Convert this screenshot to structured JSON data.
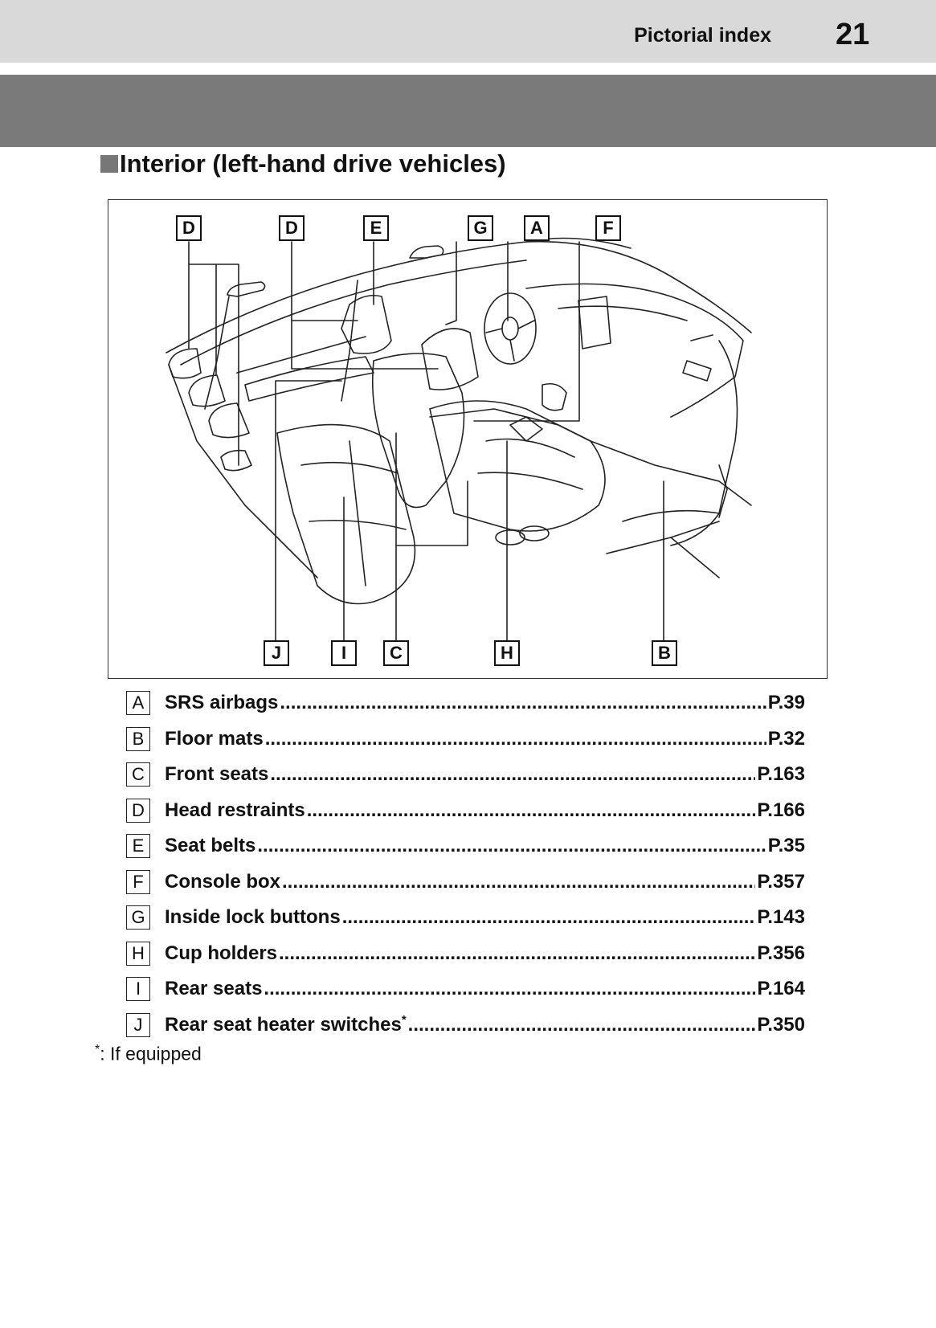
{
  "header": {
    "section_name": "Pictorial index",
    "page_number": "21"
  },
  "heading": "Interior (left-hand drive vehicles)",
  "figure": {
    "callouts": [
      "D",
      "D",
      "E",
      "G",
      "A",
      "F",
      "J",
      "I",
      "C",
      "H",
      "B"
    ]
  },
  "legend": [
    {
      "key": "A",
      "label": "SRS airbags",
      "page": "P.39"
    },
    {
      "key": "B",
      "label": "Floor mats",
      "page": "P.32"
    },
    {
      "key": "C",
      "label": "Front seats",
      "page": "P.163"
    },
    {
      "key": "D",
      "label": "Head restraints",
      "page": "P.166"
    },
    {
      "key": "E",
      "label": "Seat belts",
      "page": "P.35"
    },
    {
      "key": "F",
      "label": "Console box",
      "page": "P.357"
    },
    {
      "key": "G",
      "label": "Inside lock buttons",
      "page": "P.143"
    },
    {
      "key": "H",
      "label": "Cup holders",
      "page": "P.356"
    },
    {
      "key": "I",
      "label": "Rear seats",
      "page": "P.164"
    },
    {
      "key": "J",
      "label": "Rear seat heater switches",
      "page": "P.350",
      "mark": "*"
    }
  ],
  "footnote": {
    "mark": "*",
    "text": ": If equipped"
  }
}
